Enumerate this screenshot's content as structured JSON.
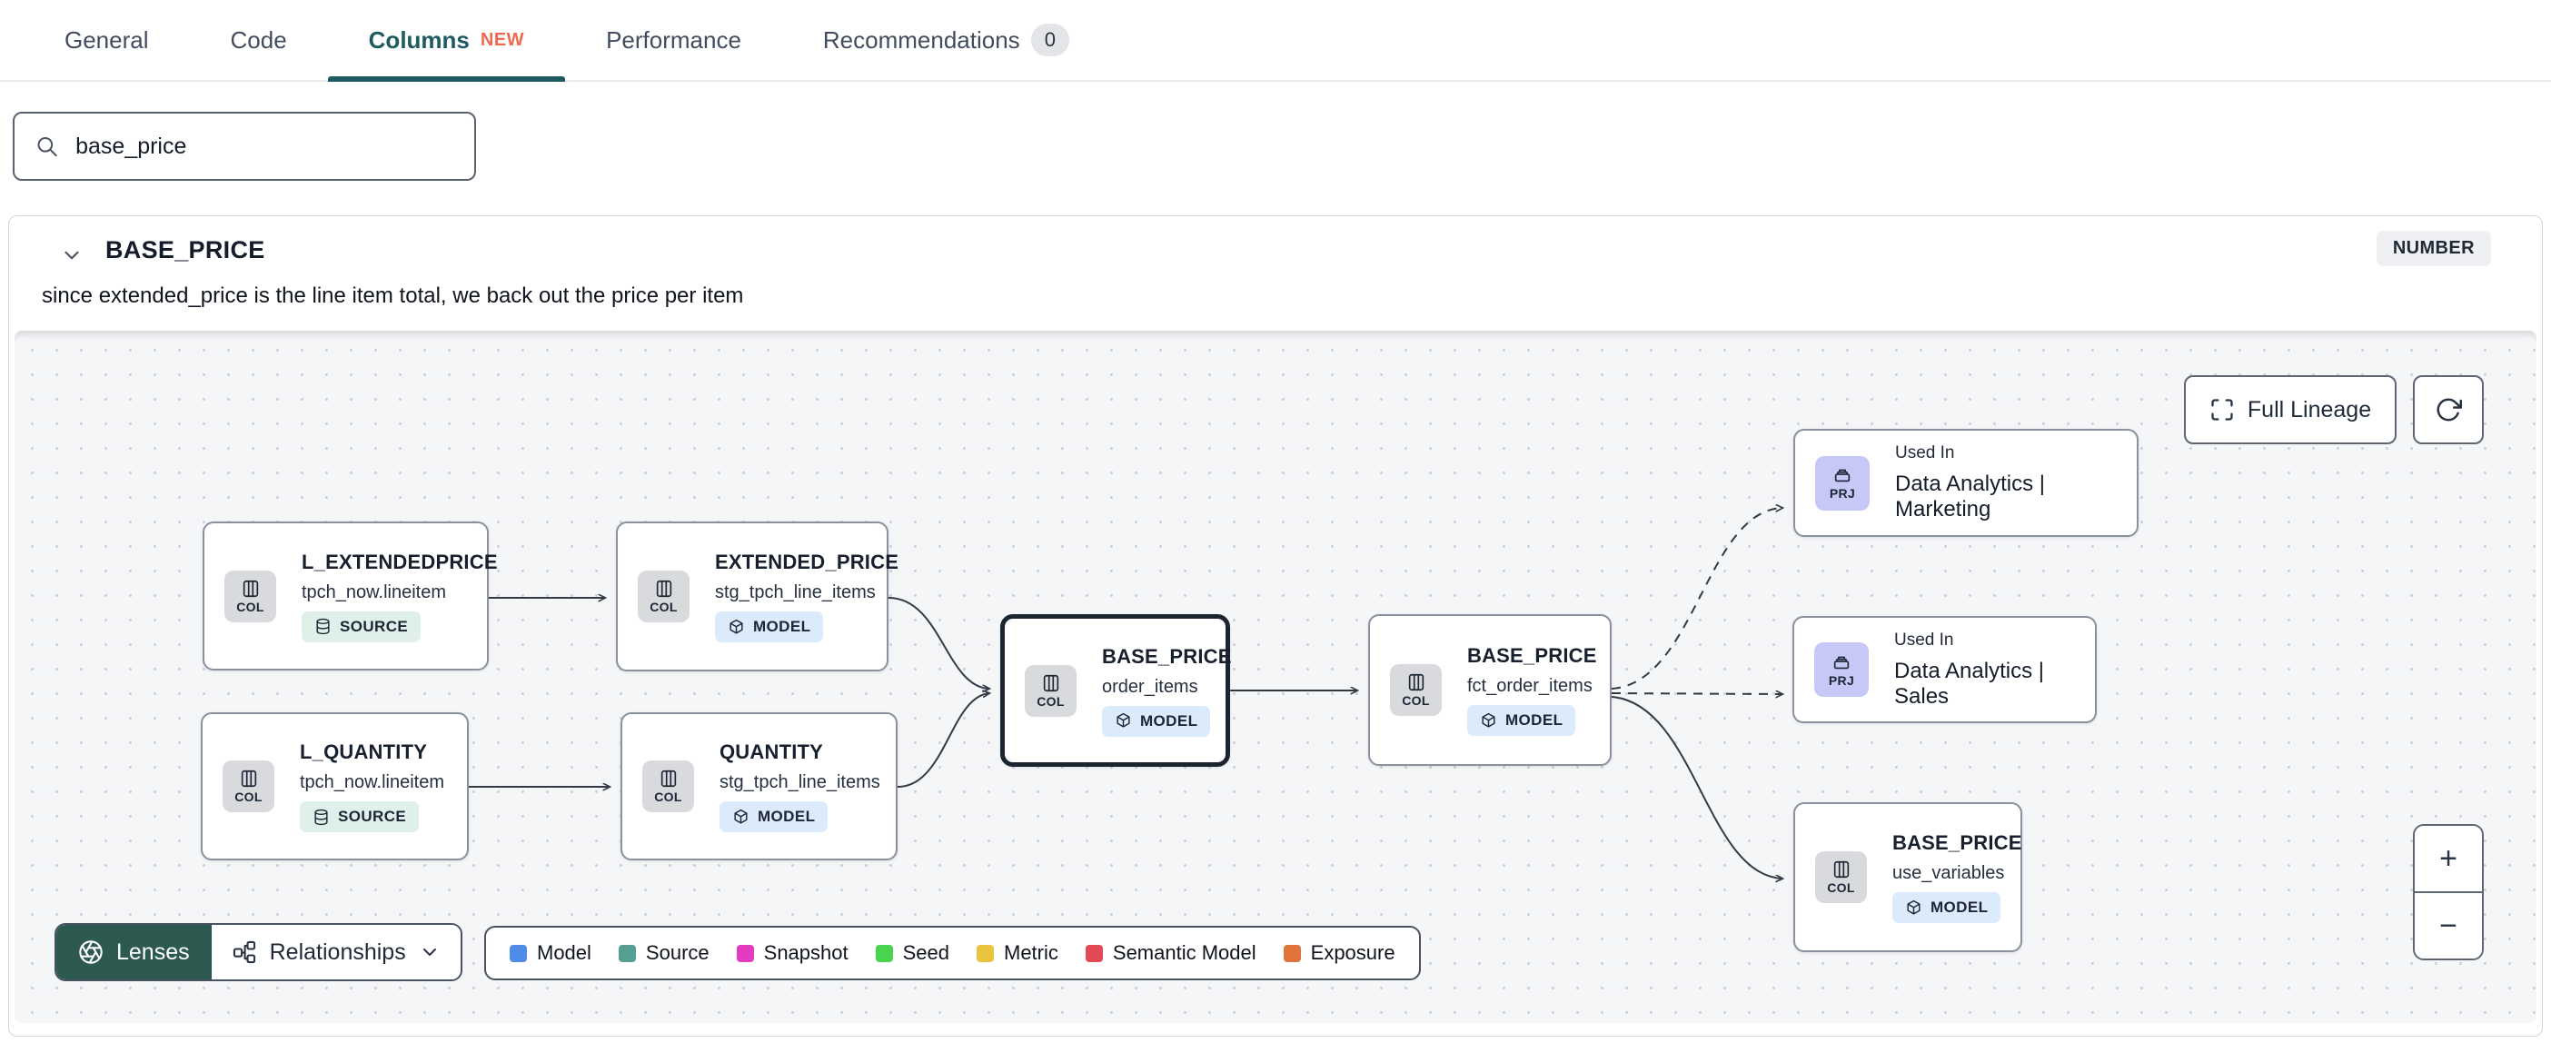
{
  "tabs": [
    {
      "label": "General"
    },
    {
      "label": "Code"
    },
    {
      "label": "Columns",
      "new_badge": "NEW",
      "active": true
    },
    {
      "label": "Performance"
    },
    {
      "label": "Recommendations",
      "count": "0"
    }
  ],
  "search": {
    "value": "base_price",
    "placeholder": ""
  },
  "column_panel": {
    "name": "BASE_PRICE",
    "type_badge": "NUMBER",
    "description": "since extended_price is the line item total, we back out the price per item"
  },
  "lineage": {
    "controls": {
      "full_lineage": "Full Lineage",
      "zoom_in": "+",
      "zoom_out": "−",
      "lenses": "Lenses",
      "relationships": "Relationships"
    },
    "nodes": [
      {
        "chip": "COL",
        "title": "L_EXTENDEDPRICE",
        "subtitle": "tpch_now.lineitem",
        "badge": "SOURCE"
      },
      {
        "chip": "COL",
        "title": "EXTENDED_PRICE",
        "subtitle": "stg_tpch_line_items",
        "badge": "MODEL"
      },
      {
        "chip": "COL",
        "title": "L_QUANTITY",
        "subtitle": "tpch_now.lineitem",
        "badge": "SOURCE"
      },
      {
        "chip": "COL",
        "title": "QUANTITY",
        "subtitle": "stg_tpch_line_items",
        "badge": "MODEL"
      },
      {
        "chip": "COL",
        "title": "BASE_PRICE",
        "subtitle": "order_items",
        "badge": "MODEL",
        "selected": true
      },
      {
        "chip": "COL",
        "title": "BASE_PRICE",
        "subtitle": "fct_order_items",
        "badge": "MODEL"
      },
      {
        "chip": "PRJ",
        "title": "Used In",
        "subtitle": "Data Analytics | Marketing"
      },
      {
        "chip": "PRJ",
        "title": "Used In",
        "subtitle": "Data Analytics | Sales"
      },
      {
        "chip": "COL",
        "title": "BASE_PRICE",
        "subtitle": "use_variables",
        "badge": "MODEL"
      }
    ],
    "legend": [
      {
        "label": "Model",
        "color": "#4f8be8"
      },
      {
        "label": "Source",
        "color": "#559e93"
      },
      {
        "label": "Snapshot",
        "color": "#e23cc0"
      },
      {
        "label": "Seed",
        "color": "#48d44e"
      },
      {
        "label": "Metric",
        "color": "#eac43d"
      },
      {
        "label": "Semantic Model",
        "color": "#e24a55"
      },
      {
        "label": "Exposure",
        "color": "#e0743a"
      }
    ],
    "accent_colors": {
      "active_tab": "#1d5a62",
      "new_badge": "#ee6a4f",
      "lenses_button": "#2d5a50",
      "model_badge_bg": "#dcebfc",
      "source_badge_bg": "#def0e9",
      "prj_chip_bg": "#c6c9f8"
    }
  }
}
